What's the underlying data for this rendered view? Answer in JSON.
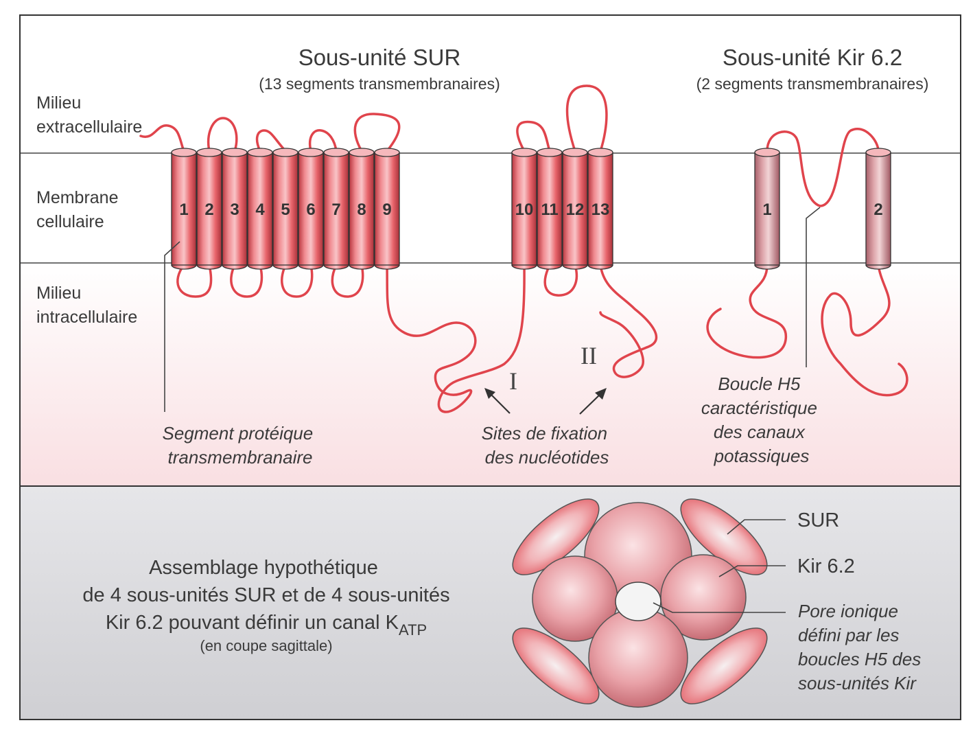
{
  "sur": {
    "title": "Sous-unité SUR",
    "subtitle": "(13 segments transmembranaires)",
    "segments_group_a": [
      "1",
      "2",
      "3",
      "4",
      "5",
      "6",
      "7",
      "8",
      "9"
    ],
    "segments_group_b": [
      "10",
      "11",
      "12",
      "13"
    ]
  },
  "kir": {
    "title": "Sous-unité Kir 6.2",
    "subtitle": "(2 segments transmembranaires)",
    "segments": [
      "1",
      "2"
    ]
  },
  "zones": {
    "extracellular": [
      "Milieu",
      "extracellulaire"
    ],
    "membrane": [
      "Membrane",
      "cellulaire"
    ],
    "intracellular": [
      "Milieu",
      "intracellulaire"
    ]
  },
  "annotations": {
    "segment": [
      "Segment protéique",
      "transmembranaire"
    ],
    "nucleotide_sites": [
      "Sites de fixation",
      "des nucléotides"
    ],
    "site_one": "I",
    "site_two": "II",
    "h5_loop": [
      "Boucle H5",
      "caractéristique",
      "des canaux",
      "potassiques"
    ]
  },
  "assembly": {
    "lines": [
      "Assemblage hypothétique",
      "de 4 sous-unités SUR et de 4 sous-unités",
      "Kir 6.2 pouvant définir un canal K"
    ],
    "subscript": "ATP",
    "note": "(en coupe sagittale)",
    "legend_sur": "SUR",
    "legend_kir": "Kir 6.2",
    "legend_pore": [
      "Pore ionique",
      "défini par les",
      "boucles H5 des",
      "sous-unités Kir"
    ]
  },
  "colors": {
    "cylinder": "#e86a70",
    "loop": "#e0444c",
    "membrane_band": "#ffffff",
    "intracellular_band": "#fbe6e8",
    "assembly_band": "#dcdcdf"
  }
}
